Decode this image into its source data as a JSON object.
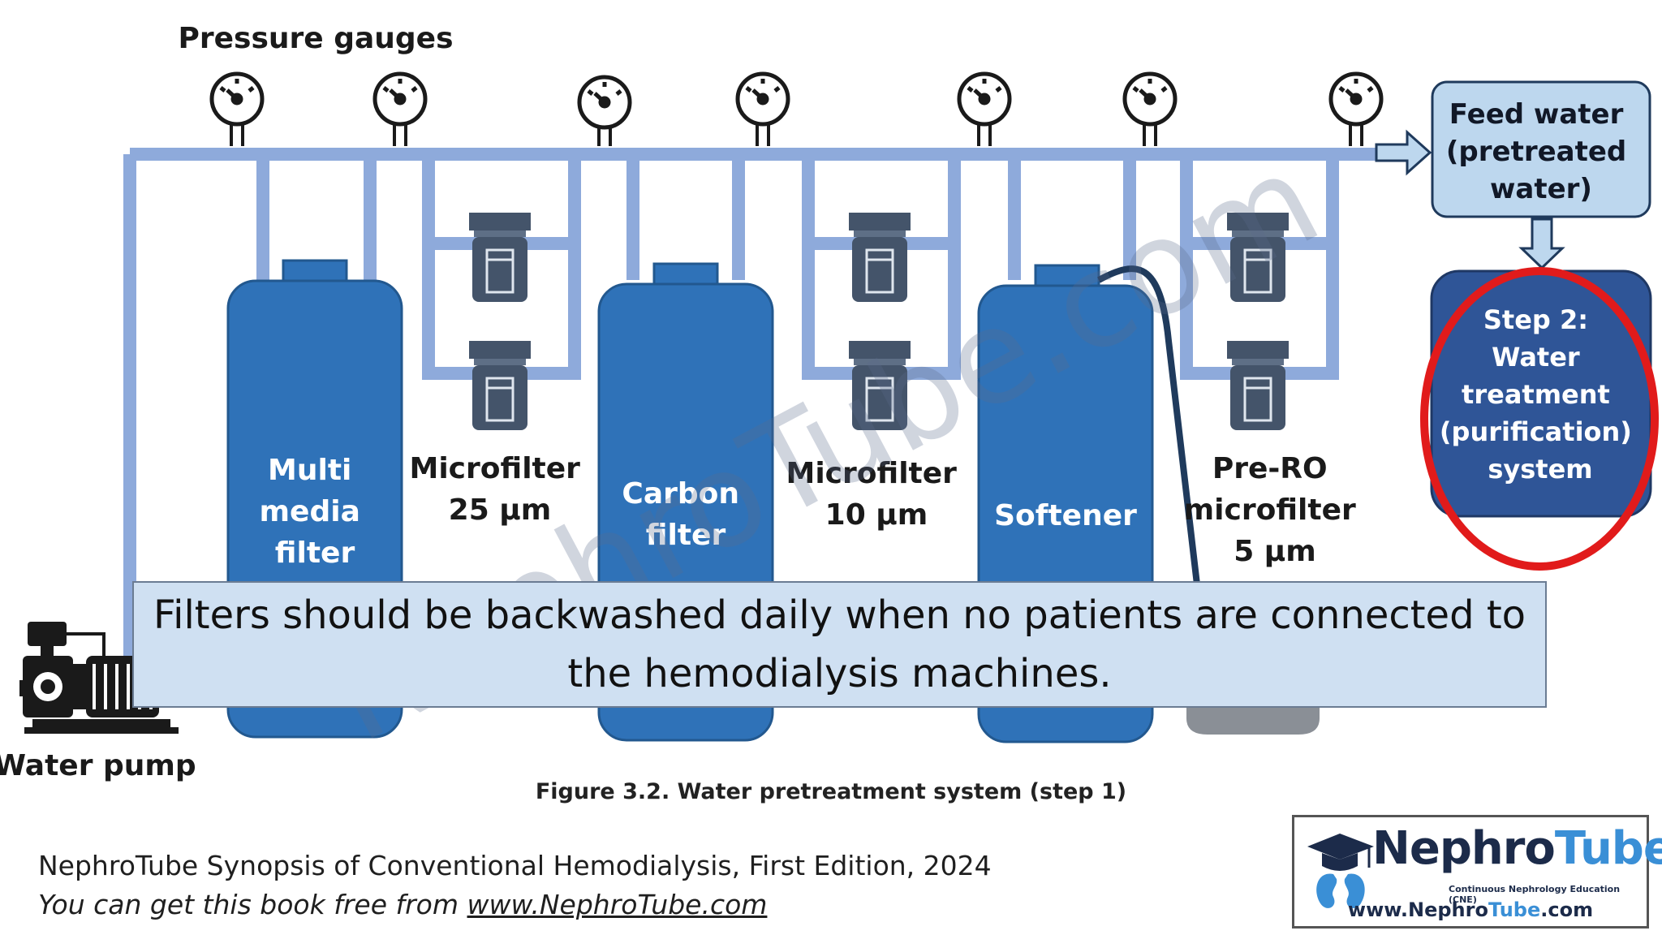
{
  "diagram": {
    "labels": {
      "pressure_gauges": "Pressure gauges",
      "multimedia_filter": [
        "Multi",
        "media",
        "filter"
      ],
      "microfilter_25": [
        "Microfilter",
        "25 µm"
      ],
      "carbon_filter": [
        "Carbon",
        "filter"
      ],
      "microfilter_10": [
        "Microfilter",
        "10 µm"
      ],
      "softener": "Softener",
      "pre_ro": [
        "Pre-RO",
        "microfilter",
        "5 µm"
      ],
      "feed_water": [
        "Feed water",
        "(pretreated",
        "water)"
      ],
      "step2": [
        "Step 2:",
        "Water",
        "treatment",
        "(purification)",
        "system"
      ],
      "water_pump": "Water pump"
    },
    "watermark": "NephroTube.com",
    "colors": {
      "pipe": "#8eaadb",
      "tank": "#2f72b8",
      "tank_border": "#22588f",
      "cartridge": "#44546a",
      "feed_box": "#bdd7ee",
      "step_box": "#2f5597",
      "highlight": "#e11b1b"
    }
  },
  "caption": "Filters should be backwashed daily when no patients are connected to the hemodialysis machines.",
  "figure_caption": "Figure 3.2. Water pretreatment system (step 1)",
  "footer": {
    "line1": "NephroTube Synopsis of Conventional Hemodialysis, First Edition, 2024",
    "line2_prefix": "You can get this book free from ",
    "line2_link": "www.NephroTube.com"
  },
  "logo": {
    "brand_a": "Nephro",
    "brand_b": "Tube",
    "tagline": "Continuous Nephrology Education (CNE)",
    "url_a": "www.",
    "url_b": "Nephro",
    "url_c": "Tube",
    "url_d": ".com"
  }
}
